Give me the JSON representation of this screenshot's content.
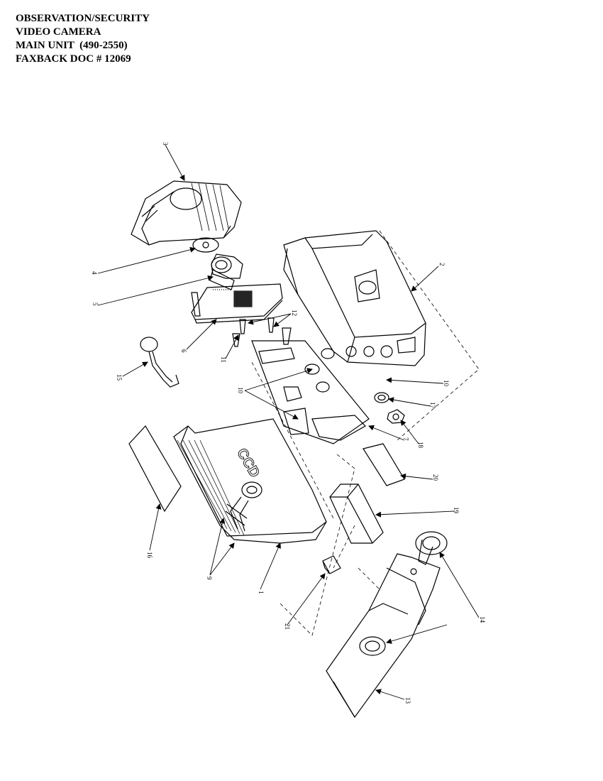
{
  "header": {
    "line1": "OBSERVATION/SECURITY",
    "line2": "VIDEO CAMERA",
    "line3": "MAIN UNIT  (490-2550)",
    "line4": "FAXBACK DOC # 12069"
  },
  "part_labels": {
    "p1": "1",
    "p2": "2",
    "p3": "3",
    "p4": "4",
    "p5": "5",
    "p6": "6",
    "p7": "7",
    "p9": "9",
    "p10a": "10",
    "p10b": "10",
    "p11": "11",
    "p12": "12",
    "p13": "13",
    "p14": "14",
    "p15": "15",
    "p16": "16",
    "p17": "17",
    "p18": "18",
    "p19": "19",
    "p20": "20",
    "p21": "21"
  },
  "logo_text": "CCD"
}
